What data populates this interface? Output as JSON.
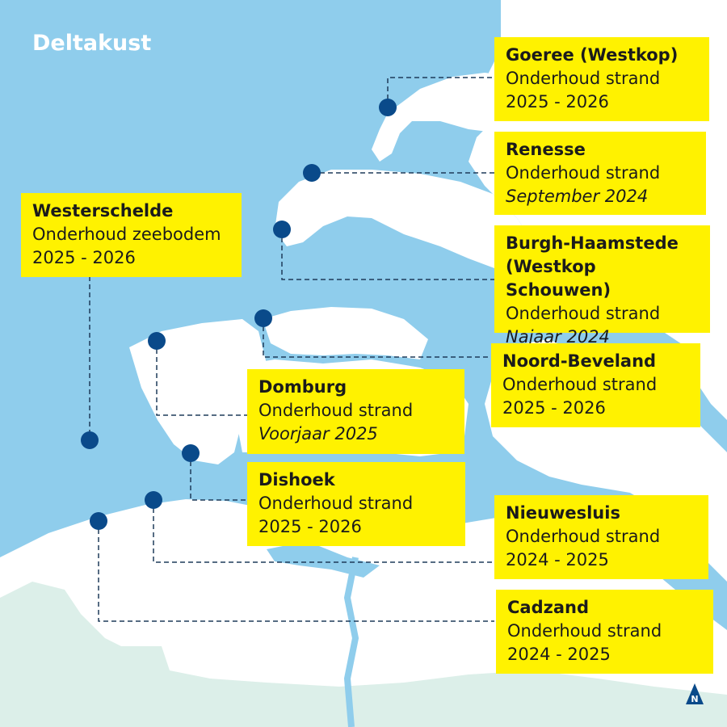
{
  "map": {
    "title": "Deltakust",
    "colors": {
      "sea": "#8fcdec",
      "land": "#ffffff",
      "land_south": "#dcefe9",
      "label_bg": "#fff200",
      "marker": "#0a4a8a",
      "connector": "#1f3b5a"
    },
    "north_label": "N",
    "locations": [
      {
        "name": "Goeree (Westkop)",
        "task": "Onderhoud strand",
        "period": "2025 - 2026",
        "period_italic": false
      },
      {
        "name": "Renesse",
        "task": "Onderhoud strand",
        "period": "September 2024",
        "period_italic": true
      },
      {
        "name": "Burgh-Haamstede",
        "name2": "(Westkop Schouwen)",
        "task": "Onderhoud strand",
        "period": "Najaar 2024",
        "period_italic": true
      },
      {
        "name": "Noord-Beveland",
        "task": "Onderhoud strand",
        "period": "2025 - 2026",
        "period_italic": false
      },
      {
        "name": "Westerschelde",
        "task": "Onderhoud zeebodem",
        "period": "2025 - 2026",
        "period_italic": false
      },
      {
        "name": "Domburg",
        "task": "Onderhoud strand",
        "period": "Voorjaar 2025",
        "period_italic": true
      },
      {
        "name": "Dishoek",
        "task": "Onderhoud strand",
        "period": "2025 - 2026",
        "period_italic": false
      },
      {
        "name": "Nieuwesluis",
        "task": "Onderhoud strand",
        "period": "2024 - 2025",
        "period_italic": false
      },
      {
        "name": "Cadzand",
        "task": "Onderhoud strand",
        "period": "2024 - 2025",
        "period_italic": false
      }
    ]
  }
}
